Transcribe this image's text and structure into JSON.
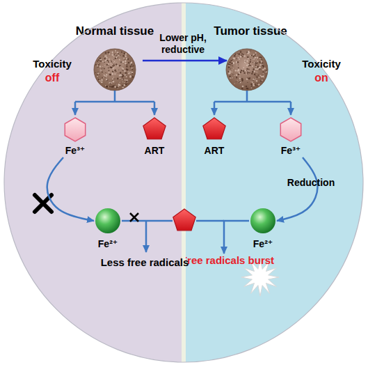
{
  "diagram": {
    "nodes": [
      {
        "text": [
          "Normal tissue"
        ]
      },
      {
        "text": [
          "Tumor tissue"
        ]
      },
      {
        "text": [
          "Fe³⁺"
        ],
        "in": 0
      },
      {
        "text": [
          "ART"
        ],
        "in": 0
      },
      {
        "text": [
          "Fe²⁺"
        ],
        "in": 0
      },
      {
        "text": [
          "ART"
        ],
        "in": 1
      },
      {
        "text": [
          "Fe³⁺"
        ],
        "in": 1
      },
      {
        "text": [
          "Fe²⁺"
        ],
        "in": 1
      },
      {
        "text": [
          "Free radicals burst"
        ]
      }
    ],
    "edges": [
      {
        "from": 2,
        "to": 4,
        "arrow": "to"
      },
      {
        "from": 6,
        "to": 7,
        "arrow": "to",
        "label": "Reduction"
      },
      {
        "from": 7,
        "to": 8,
        "arrow": "to"
      }
    ],
    "labels": [
      "Toxicity",
      "off",
      "Toxicity",
      "on",
      "Lower pH, reductive",
      "Less free radicals"
    ]
  }
}
